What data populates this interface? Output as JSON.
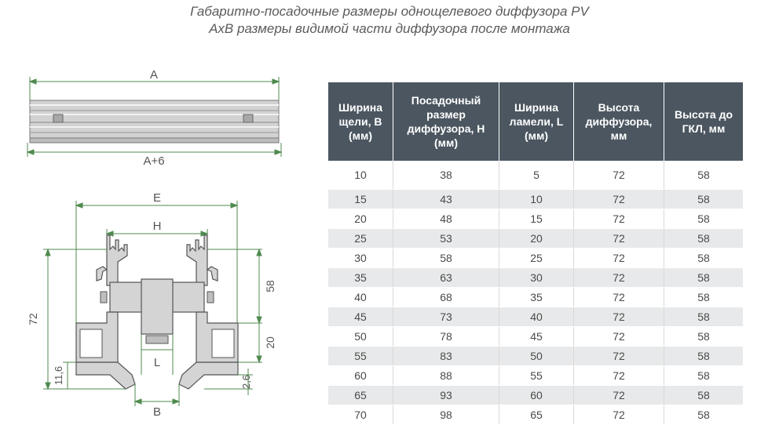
{
  "title": {
    "line1": "Габаритно-посадочные размеры однощелевого диффузора PV",
    "line2": "AxB размеры видимой части диффузора после монтажа"
  },
  "drawing_top": {
    "dim_a": "A",
    "dim_a6": "A+6"
  },
  "drawing_section": {
    "dim_e": "E",
    "dim_h": "H",
    "dim_l": "L",
    "dim_b": "B",
    "dim_72": "72",
    "dim_58": "58",
    "dim_20": "20",
    "dim_11_6": "11,6",
    "dim_2_6": "2,6"
  },
  "table": {
    "headers": [
      [
        "Ширина",
        "щели, B",
        "(мм)"
      ],
      [
        "Посадочный",
        "размер",
        "диффузора, H",
        "(мм)"
      ],
      [
        "Ширина",
        "ламели, L",
        "(мм)"
      ],
      [
        "Высота",
        "диффузора,",
        "мм"
      ],
      [
        "Высота до",
        "ГКЛ, мм"
      ]
    ],
    "rows": [
      [
        "10",
        "38",
        "5",
        "72",
        "58"
      ],
      [
        "15",
        "43",
        "10",
        "72",
        "58"
      ],
      [
        "20",
        "48",
        "15",
        "72",
        "58"
      ],
      [
        "25",
        "53",
        "20",
        "72",
        "58"
      ],
      [
        "30",
        "58",
        "25",
        "72",
        "58"
      ],
      [
        "35",
        "63",
        "30",
        "72",
        "58"
      ],
      [
        "40",
        "68",
        "35",
        "72",
        "58"
      ],
      [
        "45",
        "73",
        "40",
        "72",
        "58"
      ],
      [
        "50",
        "78",
        "45",
        "72",
        "58"
      ],
      [
        "55",
        "83",
        "50",
        "72",
        "58"
      ],
      [
        "60",
        "88",
        "55",
        "72",
        "58"
      ],
      [
        "65",
        "93",
        "60",
        "72",
        "58"
      ],
      [
        "70",
        "98",
        "65",
        "72",
        "58"
      ]
    ]
  },
  "colors": {
    "header_bg": "#4b5660",
    "dimension_line": "#4f8a4f",
    "row_stripe": "#e8e9ea"
  }
}
